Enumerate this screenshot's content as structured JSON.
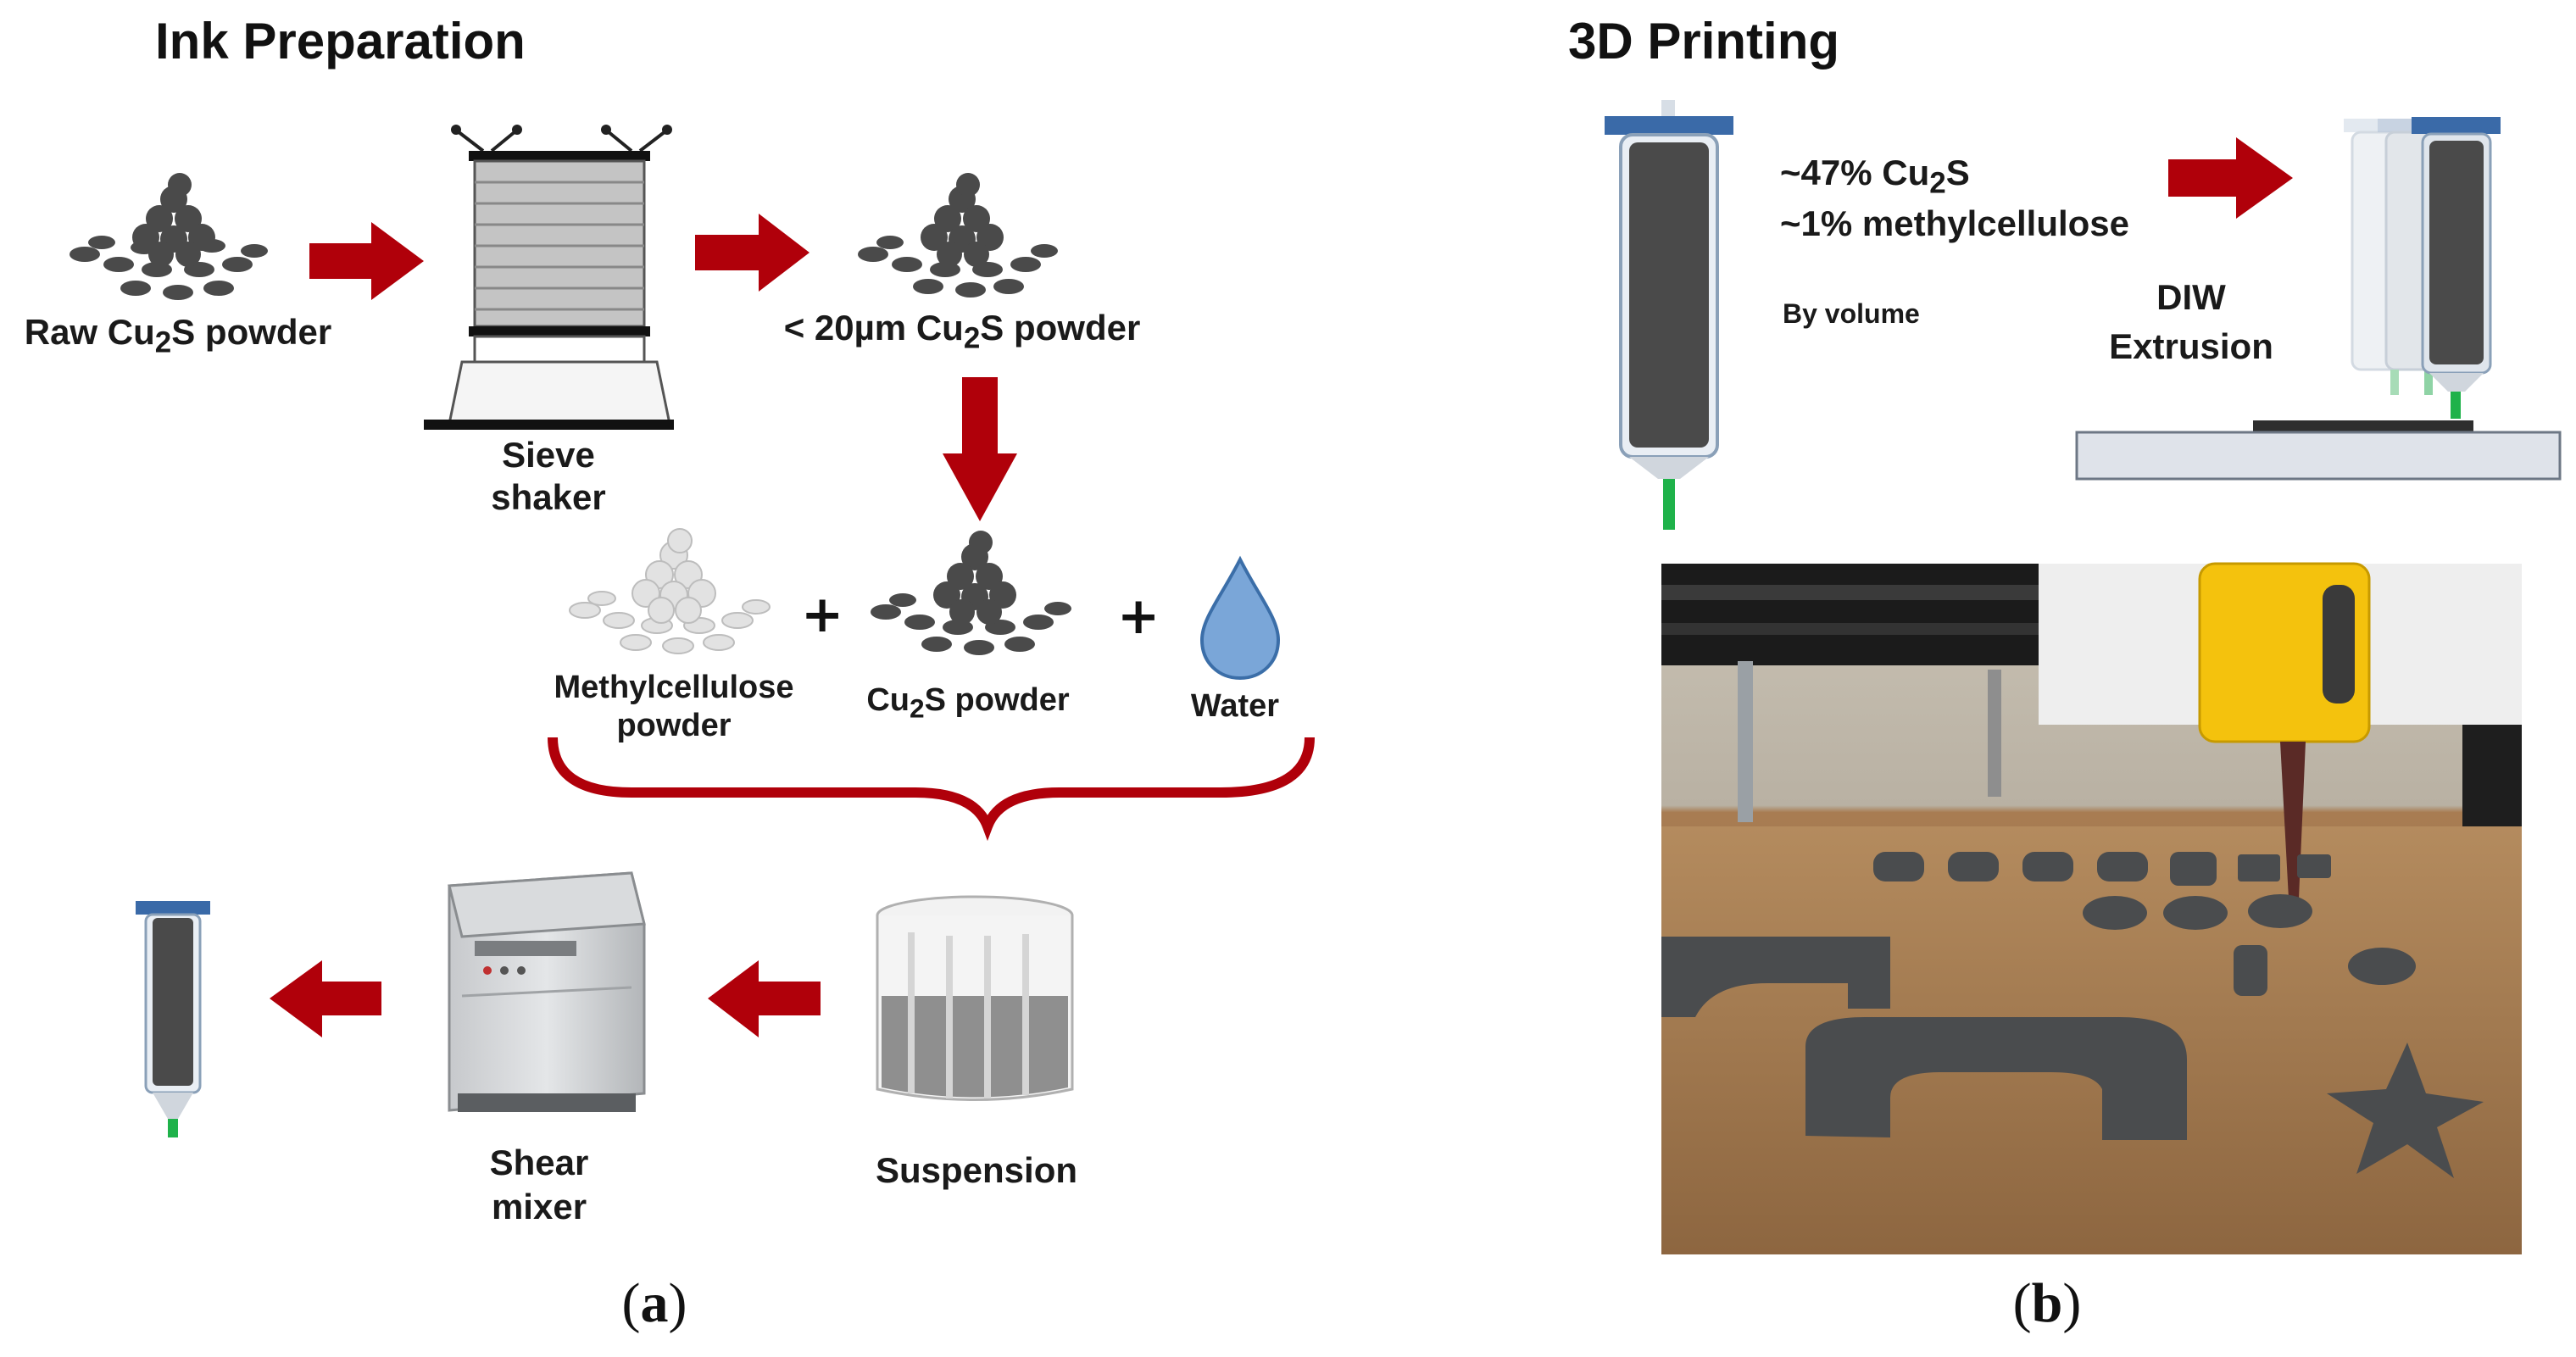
{
  "panel_a": {
    "title": "Ink Preparation",
    "raw_powder": {
      "pre": "Raw Cu",
      "sub": "2",
      "post": "S powder"
    },
    "sieve_label": [
      "Sieve",
      "shaker"
    ],
    "fine_powder": {
      "pre": "< 20µm Cu",
      "sub": "2",
      "post": "S powder"
    },
    "methylcellulose_label": [
      "Methylcellulose",
      "powder"
    ],
    "cu2s_label": {
      "pre": "Cu",
      "sub": "2",
      "post": "S powder"
    },
    "water_label": "Water",
    "plus": "+",
    "suspension_label": "Suspension",
    "mixer_label": [
      "Shear",
      "mixer"
    ],
    "caption": {
      "open": "(",
      "letter": "a",
      "close": ")"
    }
  },
  "panel_b": {
    "title": "3D Printing",
    "composition_line1": {
      "pre": "~47% Cu",
      "sub": "2",
      "post": "S"
    },
    "composition_line2": "~1% methylcellulose",
    "by_volume": "By volume",
    "diw_label": [
      "DIW",
      "Extrusion"
    ],
    "caption": {
      "open": "(",
      "letter": "b",
      "close": ")"
    }
  },
  "colors": {
    "arrow_red": "#b0000a",
    "bracket_red": "#b0000a",
    "powder_dark": "#4a4a4a",
    "powder_light": "#d8d8d8",
    "water_blue": "#7aa6d8",
    "syringe_cap": "#3a6aa8",
    "nozzle_green": "#1fb24a",
    "printer_yellow": "#f4c20d",
    "bed_brown": "#a57b52"
  },
  "icons": [
    "powder-pile-icon",
    "sieve-shaker-icon",
    "water-drop-icon",
    "beaker-icon",
    "shear-mixer-icon",
    "syringe-icon",
    "print-bed-icon"
  ]
}
